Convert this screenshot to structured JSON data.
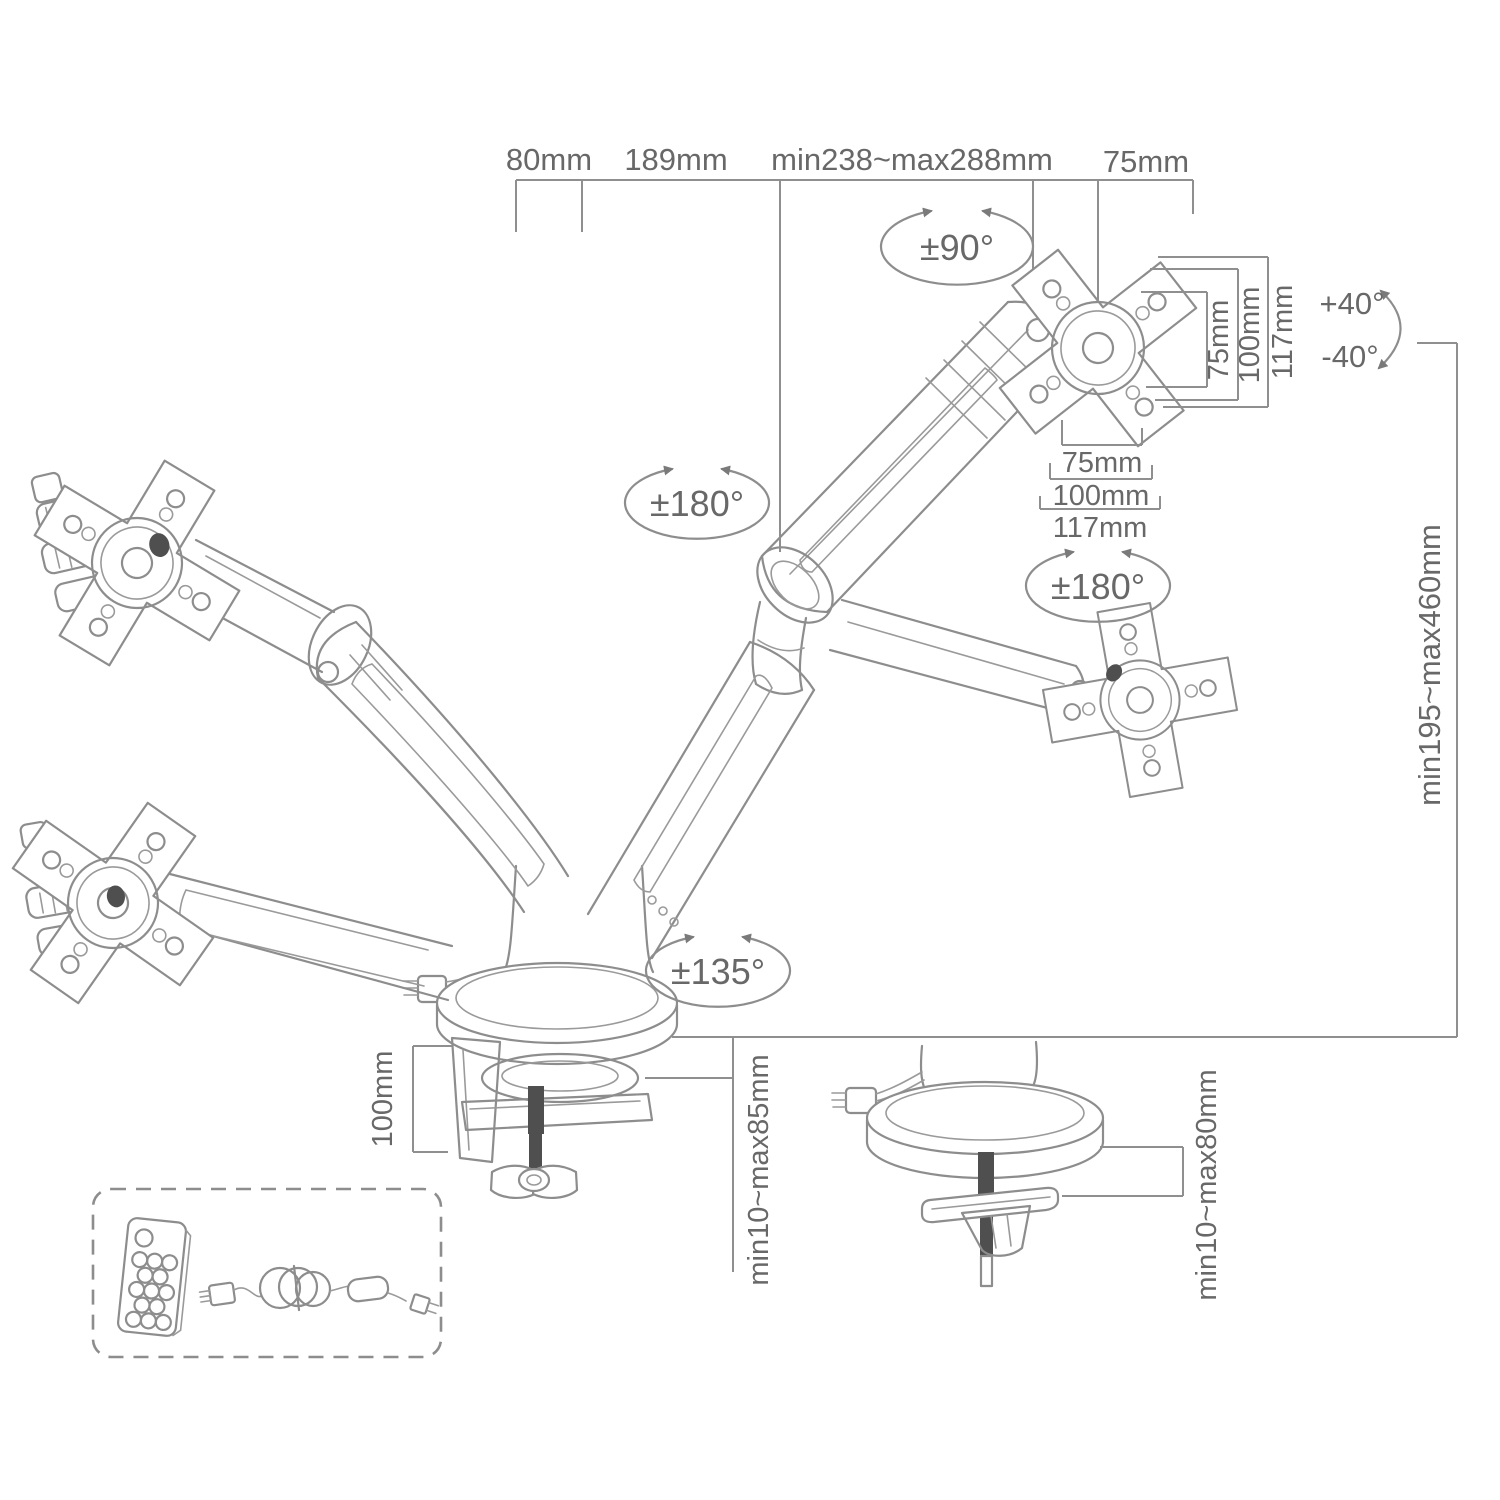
{
  "labels": {
    "top": {
      "seg1": "80mm",
      "seg2": "189mm",
      "seg3": "min238~max288mm",
      "seg4": "75mm"
    },
    "angles": {
      "pivot_top": "±90°",
      "swivel_upper_left": "±180°",
      "swivel_upper_right": "±180°",
      "swivel_base": "±135°",
      "tilt_up": "+40°",
      "tilt_down": "-40°"
    },
    "vesa_vertical": {
      "inner": "75mm",
      "middle": "100mm",
      "outer": "117mm"
    },
    "vesa_horizontal": {
      "inner": "75mm",
      "middle": "100mm",
      "outer": "117mm"
    },
    "height_range": "min195~max460mm",
    "clamp_height": "100mm",
    "desk_clamp_range": "min10~max85mm",
    "grommet_range": "min10~max80mm"
  },
  "colors": {
    "line": "#8d8d8d",
    "dark": "#4f4f4f",
    "text": "#686868",
    "background": "#ffffff"
  }
}
